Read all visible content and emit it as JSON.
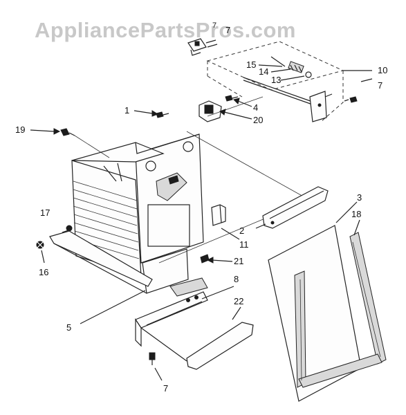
{
  "watermark": "AppliancePartsPros.com",
  "callouts": {
    "c1": "1",
    "c2": "2",
    "c3": "3",
    "c4": "4",
    "c5": "5",
    "c7a": "7",
    "c7b": "7",
    "c7c": "7",
    "c7d": "7",
    "c8": "8",
    "c10": "10",
    "c11": "11",
    "c13": "13",
    "c14": "14",
    "c15": "15",
    "c16": "16",
    "c17": "17",
    "c18": "18",
    "c19": "19",
    "c20": "20",
    "c21": "21",
    "c22": "22"
  }
}
